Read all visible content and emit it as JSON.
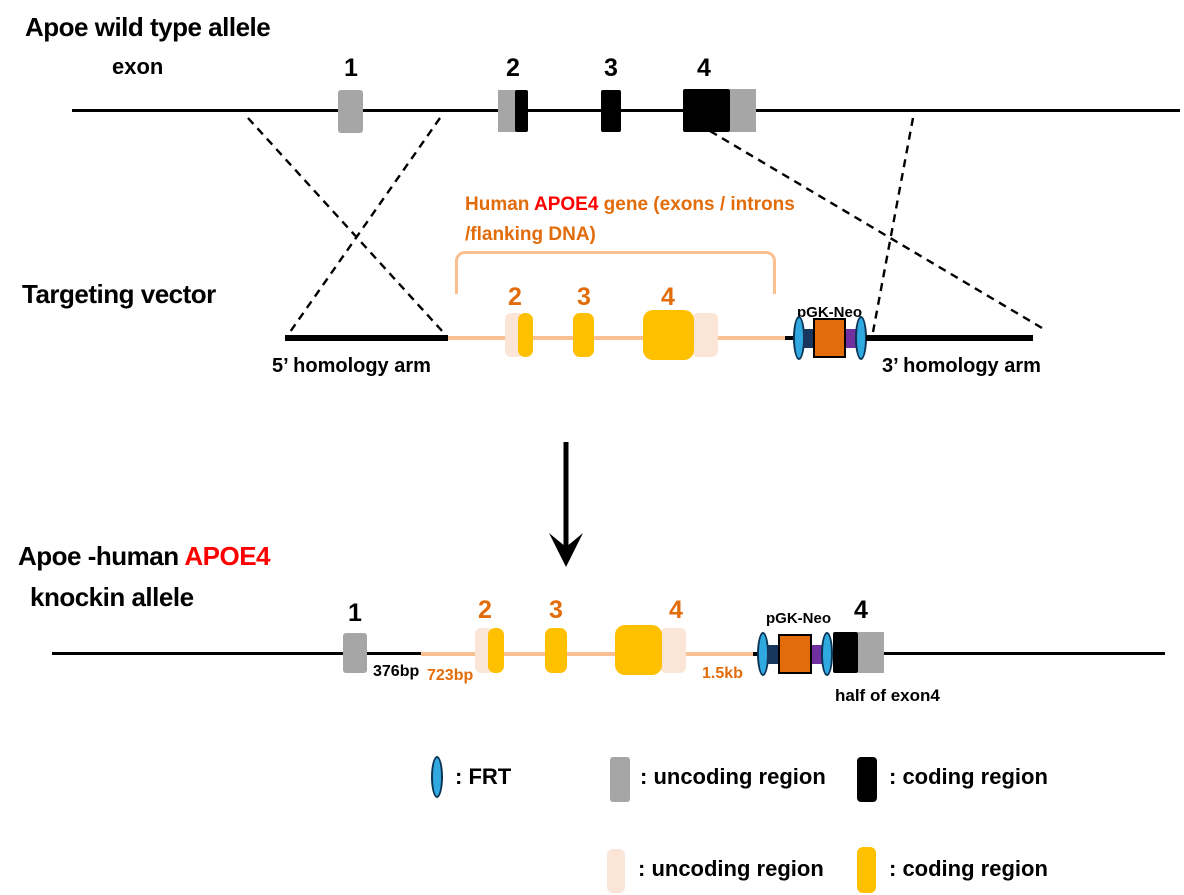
{
  "wild_type": {
    "title": "Apoe wild type allele",
    "exon_axis_label": "exon",
    "exon_numbers": [
      "1",
      "2",
      "3",
      "4"
    ]
  },
  "targeting_vector": {
    "section_label": "Targeting vector",
    "caption_human": "Human ",
    "caption_gene_name": "APOE4",
    "caption_rest": " gene (exons / introns",
    "caption_line2": "/flanking DNA)",
    "exon_numbers": [
      "2",
      "3",
      "4"
    ],
    "cassette_label": "pGK-Neo",
    "five_prime_arm_label": "5’ homology arm",
    "three_prime_arm_label": "3’ homology arm"
  },
  "knockin": {
    "title_prefix": "Apoe -human ",
    "title_gene": "APOE4",
    "title_line2": "knockin allele",
    "mouse_exon1_number": "1",
    "exon_numbers": [
      "2",
      "3",
      "4"
    ],
    "mouse_exon4_number": "4",
    "length_376": "376bp",
    "length_723": "723bp",
    "length_15": "1.5kb",
    "cassette_label": "pGK-Neo",
    "half_exon_label": "half of exon4"
  },
  "legend": {
    "frt_label": ": FRT",
    "gray_label": ": uncoding region",
    "black_label": ": coding region",
    "peach_label": ": uncoding region",
    "gold_label": ": coding region"
  },
  "colors": {
    "gray_uncoding": "#A6A6A6",
    "black_coding": "#000000",
    "gold_coding": "#FFC000",
    "peach_uncoding": "#FBE5D6",
    "peach_intron_line": "#FAC090",
    "orange_text": "#E36C0A",
    "red_gene": "#FF0000",
    "navy_cassette": "#17375E",
    "orange_cassette": "#E36C0A",
    "purple_cassette": "#7030A0",
    "frt_cyan": "#2FA9DF"
  }
}
